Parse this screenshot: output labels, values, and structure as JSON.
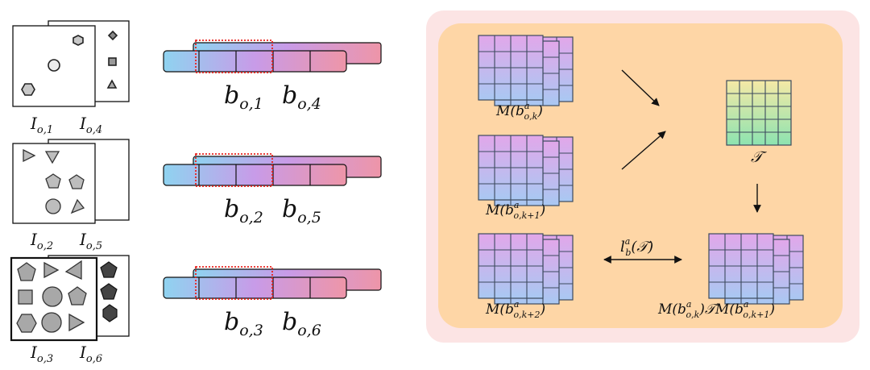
{
  "image_sets": [
    {
      "front_label": "I",
      "front_sub": "o,1",
      "back_label": "I",
      "back_sub": "o,4"
    },
    {
      "front_label": "I",
      "front_sub": "o,2",
      "back_label": "I",
      "back_sub": "o,5"
    },
    {
      "front_label": "I",
      "front_sub": "o,3",
      "back_label": "I",
      "back_sub": "o,6"
    }
  ],
  "bars": [
    {
      "front_label": "b",
      "front_sub": "o,1",
      "back_label": "b",
      "back_sub": "o,4"
    },
    {
      "front_label": "b",
      "front_sub": "o,2",
      "back_label": "b",
      "back_sub": "o,5"
    },
    {
      "front_label": "b",
      "front_sub": "o,3",
      "back_label": "b",
      "back_sub": "o,6"
    }
  ],
  "panel": {
    "m_k": {
      "base": "M(b",
      "sup": "a",
      "sub": "o,k",
      "close": ")"
    },
    "m_k1": {
      "base": "M(b",
      "sup": "a",
      "sub": "o,k+1",
      "close": ")"
    },
    "m_k2": {
      "base": "M(b",
      "sup": "a",
      "sub": "o,k+2",
      "close": ")"
    },
    "t": "𝒯",
    "loss": {
      "base": "l",
      "sup": "a",
      "sub": "b",
      "arg": "(𝒯)"
    },
    "result": {
      "p1": "M(b",
      "sup1": "a",
      "sub1": "o,k",
      "p2": ")𝒯M(b",
      "sup2": "a",
      "sub2": "o,k+1",
      "p3": ")"
    }
  },
  "colors": {
    "outer_panel": "#fce4e4",
    "inner_panel": "#fed6a6",
    "bar_start": "#8fd3f0",
    "bar_mid": "#c89be8",
    "bar_end": "#ee95a8",
    "matrix_top": "#e2a7ea",
    "matrix_bottom": "#a9c8f2",
    "t_matrix_top": "#f5e9a6",
    "t_matrix_bottom": "#8de3b0",
    "selection": "#e8231f",
    "grid": "#3c4a5e"
  }
}
